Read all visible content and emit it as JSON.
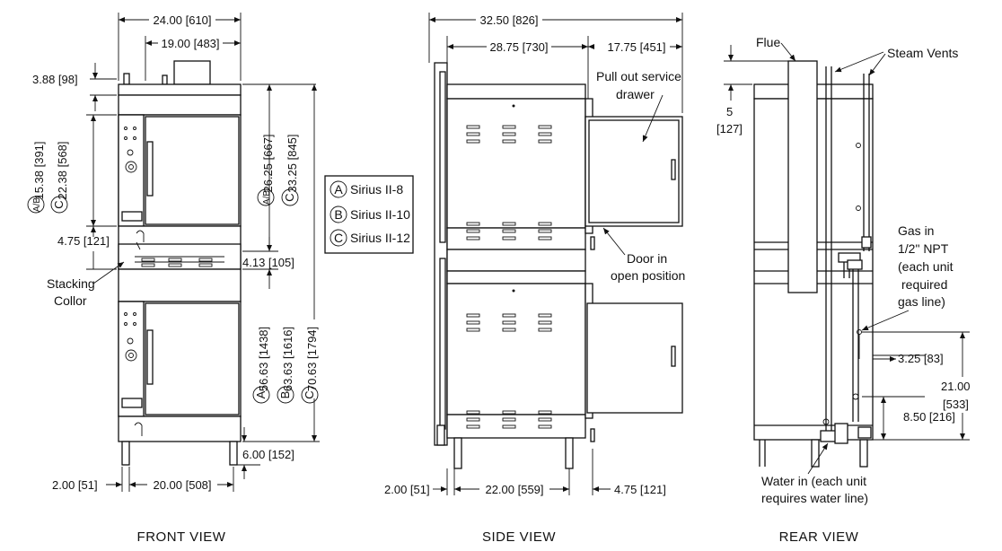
{
  "views": {
    "front": "FRONT VIEW",
    "side": "SIDE VIEW",
    "rear": "REAR VIEW"
  },
  "legend": [
    {
      "code": "A",
      "model": "Sirius II-8"
    },
    {
      "code": "B",
      "model": "Sirius II-10"
    },
    {
      "code": "C",
      "model": "Sirius II-12"
    }
  ],
  "front": {
    "overall_width": "24.00 [610]",
    "inner_width": "19.00 [483]",
    "top_offset": "3.88 [98]",
    "height_ab": "15.38 [391]",
    "height_c": "22.38 [568]",
    "gap": "4.75 [121]",
    "stacking_collar": [
      "Stacking",
      "Collor"
    ],
    "door_ab": "26.25 [667]",
    "door_c": "33.25 [845]",
    "collar_h": "4.13 [105]",
    "total_a": "56.63 [1438]",
    "total_b": "63.63 [1616]",
    "total_c": "70.63 [1794]",
    "leg_h": "6.00 [152]",
    "leg_offset": "2.00 [51]",
    "leg_span": "20.00 [508]",
    "tag_ab": "A/B",
    "tag_c": "C",
    "tag_a": "A",
    "tag_b": "B"
  },
  "side": {
    "overall_depth": "32.50 [826]",
    "body_depth": "28.75 [730]",
    "drawer_depth": "17.75 [451]",
    "drawer_label": [
      "Pull out service",
      "drawer"
    ],
    "door_label": [
      "Door in",
      "open position"
    ],
    "leg_offset": "2.00 [51]",
    "leg_span": "22.00 [559]",
    "rear_offset": "4.75 [121]"
  },
  "rear": {
    "flue": "Flue",
    "steam_vents": "Steam Vents",
    "top_gap": [
      "5",
      "[127]"
    ],
    "gas": [
      "Gas in",
      "1/2\" NPT",
      "(each unit",
      "required",
      "gas line)"
    ],
    "gas_offset": "3.25 [83]",
    "gas_height": [
      "21.00",
      "[533]"
    ],
    "water_height": "8.50 [216]",
    "water": [
      "Water in (each unit",
      "requires water line)"
    ]
  }
}
